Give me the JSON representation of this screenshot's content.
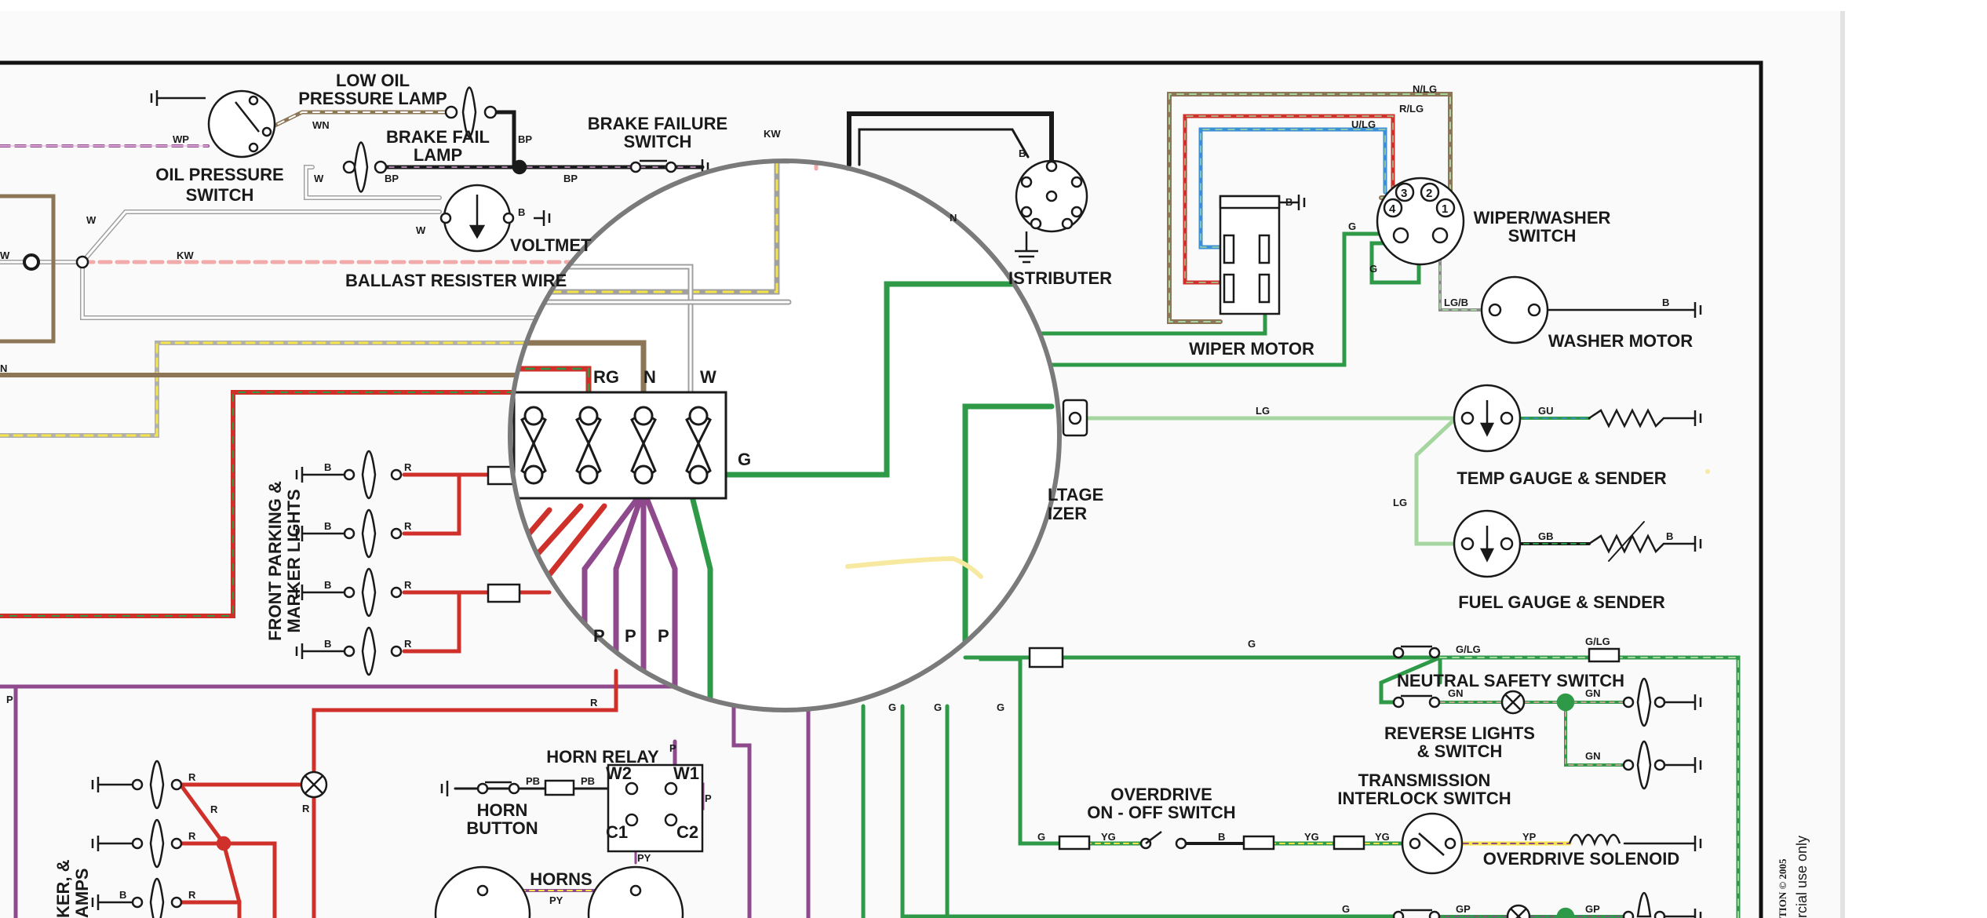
{
  "components": {
    "oil_pressure_switch": [
      "OIL PRESSURE",
      "SWITCH"
    ],
    "low_oil_lamp": [
      "LOW OIL",
      "PRESSURE LAMP"
    ],
    "brake_fail_lamp": [
      "BRAKE FAIL",
      "LAMP"
    ],
    "brake_failure_switch": [
      "BRAKE FAILURE",
      "SWITCH"
    ],
    "voltmeter": "VOLTMET",
    "ballast_resister_wire": "BALLAST RESISTER WIRE",
    "distributer": "ISTRIBUTER",
    "wiper_motor": "WIPER MOTOR",
    "wiper_washer_switch": [
      "WIPER/WASHER",
      "SWITCH"
    ],
    "washer_motor": "WASHER MOTOR",
    "temp_gauge": "TEMP GAUGE & SENDER",
    "fuel_gauge": "FUEL GAUGE & SENDER",
    "voltage_stabilizer": [
      "LTAGE",
      "IZER"
    ],
    "front_parking_lights": [
      "FRONT PARKING &",
      "MARKER LIGHTS"
    ],
    "neutral_safety_switch": "NEUTRAL SAFETY SWITCH",
    "reverse_lights": [
      "REVERSE LIGHTS",
      "& SWITCH"
    ],
    "horn_relay": "HORN RELAY",
    "horn_button": [
      "HORN",
      "BUTTON"
    ],
    "horns": "HORNS",
    "overdrive_switch": [
      "OVERDRIVE",
      "ON - OFF SWITCH"
    ],
    "transmission_interlock": [
      "TRANSMISSION",
      "INTERLOCK SWITCH"
    ],
    "overdrive_solenoid": "OVERDRIVE SOLENOID",
    "side_marker": [
      "KER, &",
      "AMPS"
    ]
  },
  "fuse_block": {
    "top_labels": [
      "RG",
      "N",
      "W"
    ],
    "side_label": "G",
    "bottom_labels": [
      "P",
      "P",
      "P"
    ]
  },
  "relay_terminals": {
    "w2": "W2",
    "w1": "W1",
    "c1": "C1",
    "c2": "C2"
  },
  "switch_terminals": [
    "1",
    "2",
    "3",
    "4"
  ],
  "wire_codes": {
    "wp": "WP",
    "wn": "WN",
    "bp": "BP",
    "w": "W",
    "kw": "KW",
    "b": "B",
    "n": "N",
    "nlg": "N/LG",
    "rlg": "R/LG",
    "ulg": "U/LG",
    "g": "G",
    "lgb": "LG/B",
    "lg": "LG",
    "gu": "GU",
    "gb": "GB",
    "r": "R",
    "p": "P",
    "glg": "G/LG",
    "gn": "GN",
    "pb": "PB",
    "py": "PY",
    "yg": "YG",
    "yp": "YP",
    "gp": "GP"
  },
  "copyright": [
    "TION © 2005",
    "rcial use only"
  ],
  "colors": {
    "black": "#1a1a1a",
    "red": "#d0302a",
    "green": "#2e9a48",
    "light_green": "#a6d6a0",
    "purple": "#8e4a8c",
    "brown": "#8c7656",
    "white_wire": "#b0b0b0",
    "pink": "#f2a9a9",
    "yellow": "#f4e44a",
    "blue": "#3a8fd6",
    "lens_ring": "#7a7a7a"
  }
}
